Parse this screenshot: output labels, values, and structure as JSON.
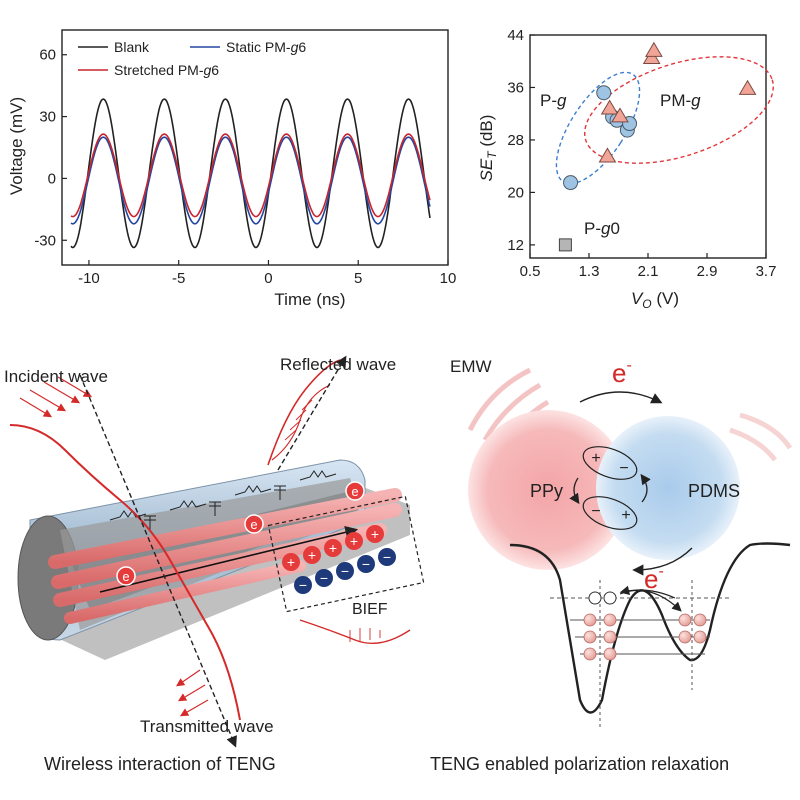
{
  "colors": {
    "blank": "#222222",
    "static": "#2546a0",
    "stretched": "#c8252d",
    "circle_fill": "#9ec3e3",
    "triangle_fill": "#f1a596",
    "square_fill": "#b5b5b5",
    "ellipse_pg": "#3c7fcf",
    "ellipse_pmg": "#e0363a",
    "ppy": "#f29a9c",
    "pdms": "#b9d6ef",
    "fiber": "#e88a8a",
    "plus_bead": "#e63b3b",
    "minus_bead": "#1f3a7a"
  },
  "chart_data": [
    {
      "type": "line",
      "xlabel": "Time (ns)",
      "ylabel": "Voltage (mV)",
      "xlim": [
        -11.5,
        10
      ],
      "ylim": [
        -42,
        72
      ],
      "xticks": [
        -10,
        -5,
        0,
        5,
        10
      ],
      "yticks": [
        -30,
        0,
        30,
        60
      ],
      "legend_position": "top-left",
      "period_ns": 3.4,
      "x_range": [
        -11,
        9
      ],
      "series": [
        {
          "name": "Blank",
          "color_key": "blank",
          "amplitude": 36,
          "offset": 2.5,
          "peak_x": -9.2
        },
        {
          "name": "Static PM-",
          "name_italic": "g",
          "name_tail": "6",
          "color_key": "static",
          "amplitude": 21,
          "offset": -1,
          "peak_x": -9.2
        },
        {
          "name": "Stretched PM-",
          "name_italic": "g",
          "name_tail": "6",
          "color_key": "stretched",
          "amplitude": 20,
          "offset": 1.5,
          "peak_x": -9.2
        }
      ]
    },
    {
      "type": "scatter",
      "xlabel_main": "V",
      "xlabel_sub": "O",
      "xlabel_unit": " (V)",
      "ylabel_main": "SE",
      "ylabel_sub": "T",
      "ylabel_unit": " (dB)",
      "xlim": [
        0.5,
        3.7
      ],
      "ylim": [
        10,
        44
      ],
      "xticks": [
        "0.5",
        "1.3",
        "2.1",
        "2.9",
        "3.7"
      ],
      "yticks": [
        "12",
        "20",
        "28",
        "36",
        "44"
      ],
      "series": [
        {
          "name": "P-g",
          "marker": "circle",
          "points": [
            [
              1.05,
              21.5
            ],
            [
              1.5,
              35.2
            ],
            [
              1.62,
              31.5
            ],
            [
              1.68,
              31.0
            ],
            [
              1.82,
              29.5
            ],
            [
              1.85,
              30.5
            ]
          ]
        },
        {
          "name": "PM-g",
          "marker": "triangle",
          "points": [
            [
              1.55,
              25.5
            ],
            [
              1.58,
              32.8
            ],
            [
              1.72,
              31.6
            ],
            [
              2.15,
              40.5
            ],
            [
              2.18,
              41.6
            ],
            [
              3.45,
              35.8
            ]
          ]
        },
        {
          "name": "P-g0",
          "marker": "square",
          "points": [
            [
              0.98,
              12.0
            ]
          ]
        }
      ],
      "annotations": [
        {
          "text": "P-",
          "italic": "g",
          "tail": ""
        },
        {
          "text": "PM-",
          "italic": "g",
          "tail": ""
        },
        {
          "text": "P-",
          "italic": "g",
          "tail": "0"
        }
      ]
    }
  ],
  "diagram_left": {
    "incident": "Incident wave",
    "reflected": "Reflected wave",
    "transmitted": "Transmitted wave",
    "bief": "BIEF",
    "electron": "e",
    "plus": "+",
    "minus": "−",
    "caption": "Wireless interaction of TENG"
  },
  "diagram_right": {
    "emw": "EMW",
    "ppy": "PPy",
    "pdms": "PDMS",
    "e_top": "e",
    "e_bottom": "e",
    "e_sup": "-",
    "plus": "+",
    "minus": "−",
    "caption": "TENG enabled polarization relaxation"
  }
}
